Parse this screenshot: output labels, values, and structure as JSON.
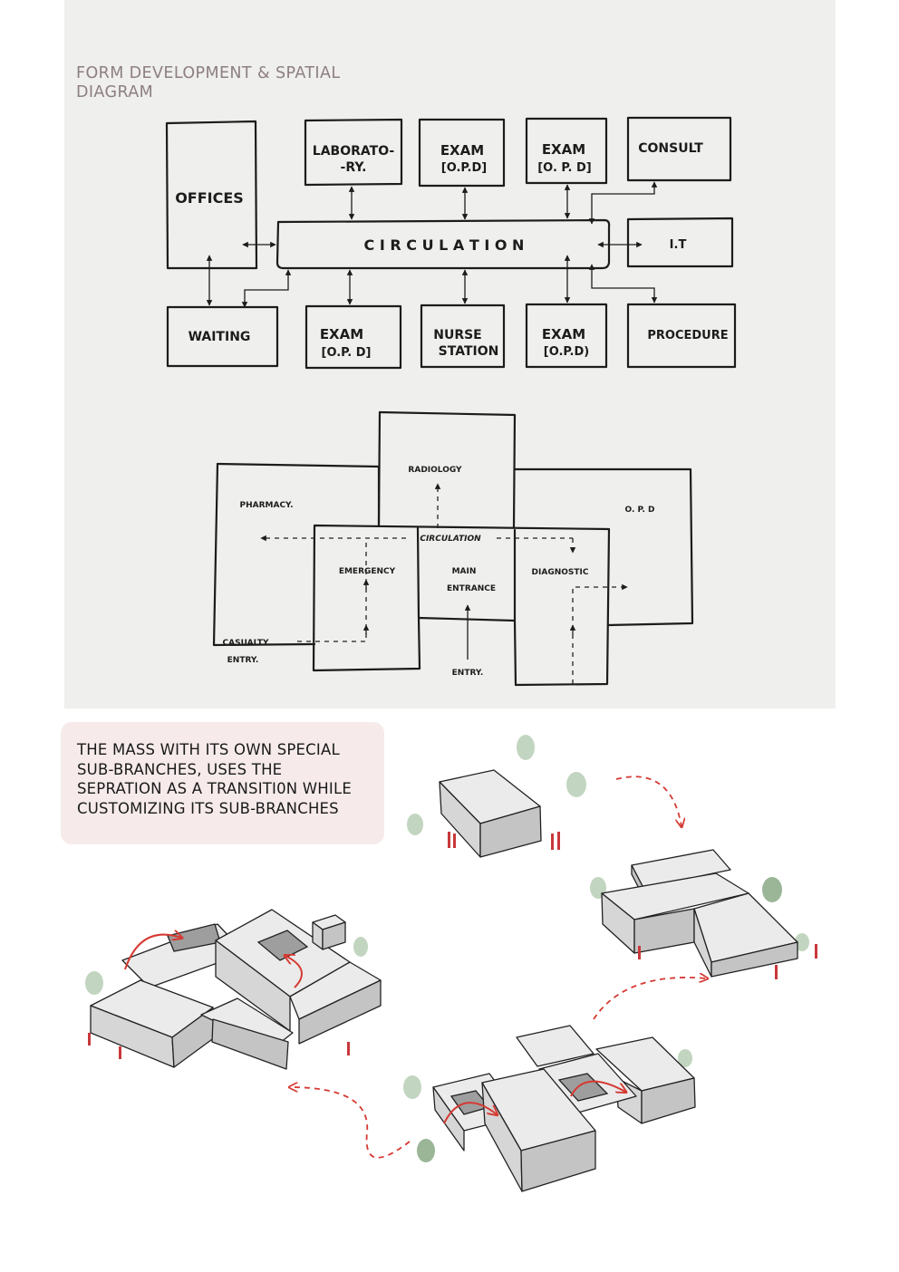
{
  "heading": {
    "line1": "FORM DEVELOPMENT & SPATIAL",
    "line2": "DIAGRAM"
  },
  "bubble_diagram": {
    "offices": "OFFICES",
    "laboratory_l1": "LABORATO-",
    "laboratory_l2": "-RY.",
    "exam1_l1": "EXAM",
    "exam1_l2": "[O.P.D]",
    "exam2_l1": "EXAM",
    "exam2_l2": "[O. P. D]",
    "consult": "CONSULT",
    "circulation": "C I R C U L A T I O N",
    "it": "I.T",
    "waiting": "WAITING",
    "exam3_l1": "EXAM",
    "exam3_l2": "[O.P. D]",
    "nurse_l1": "NURSE",
    "nurse_l2": "STATION",
    "exam4_l1": "EXAM",
    "exam4_l2": "[O.P.D)",
    "procedure": "PROCEDURE"
  },
  "zoning_diagram": {
    "radiology": "RADIOLOGY",
    "pharmacy": "PHARMACY.",
    "opd": "O. P. D",
    "circulation": "CIRCULATION",
    "emergency": "EMERGENCY",
    "main_entrance_l1": "MAIN",
    "main_entrance_l2": "ENTRANCE",
    "diagnostic": "DIAGNOSTIC",
    "casualty_l1": "CASUALTY",
    "casualty_l2": "ENTRY.",
    "entry": "ENTRY."
  },
  "note": {
    "line1": "THE MASS WITH ITS OWN SPECIAL",
    "line2": "SUB-BRANCHES, USES THE",
    "line3": "SEPRATION AS A TRANSITI0N WHILE",
    "line4": "CUSTOMIZING ITS SUB-BRANCHES"
  },
  "colors": {
    "panel": "#efefed",
    "heading": "#8d7f80",
    "note_bg": "#f6ebea",
    "accent_red": "#d53a33"
  }
}
